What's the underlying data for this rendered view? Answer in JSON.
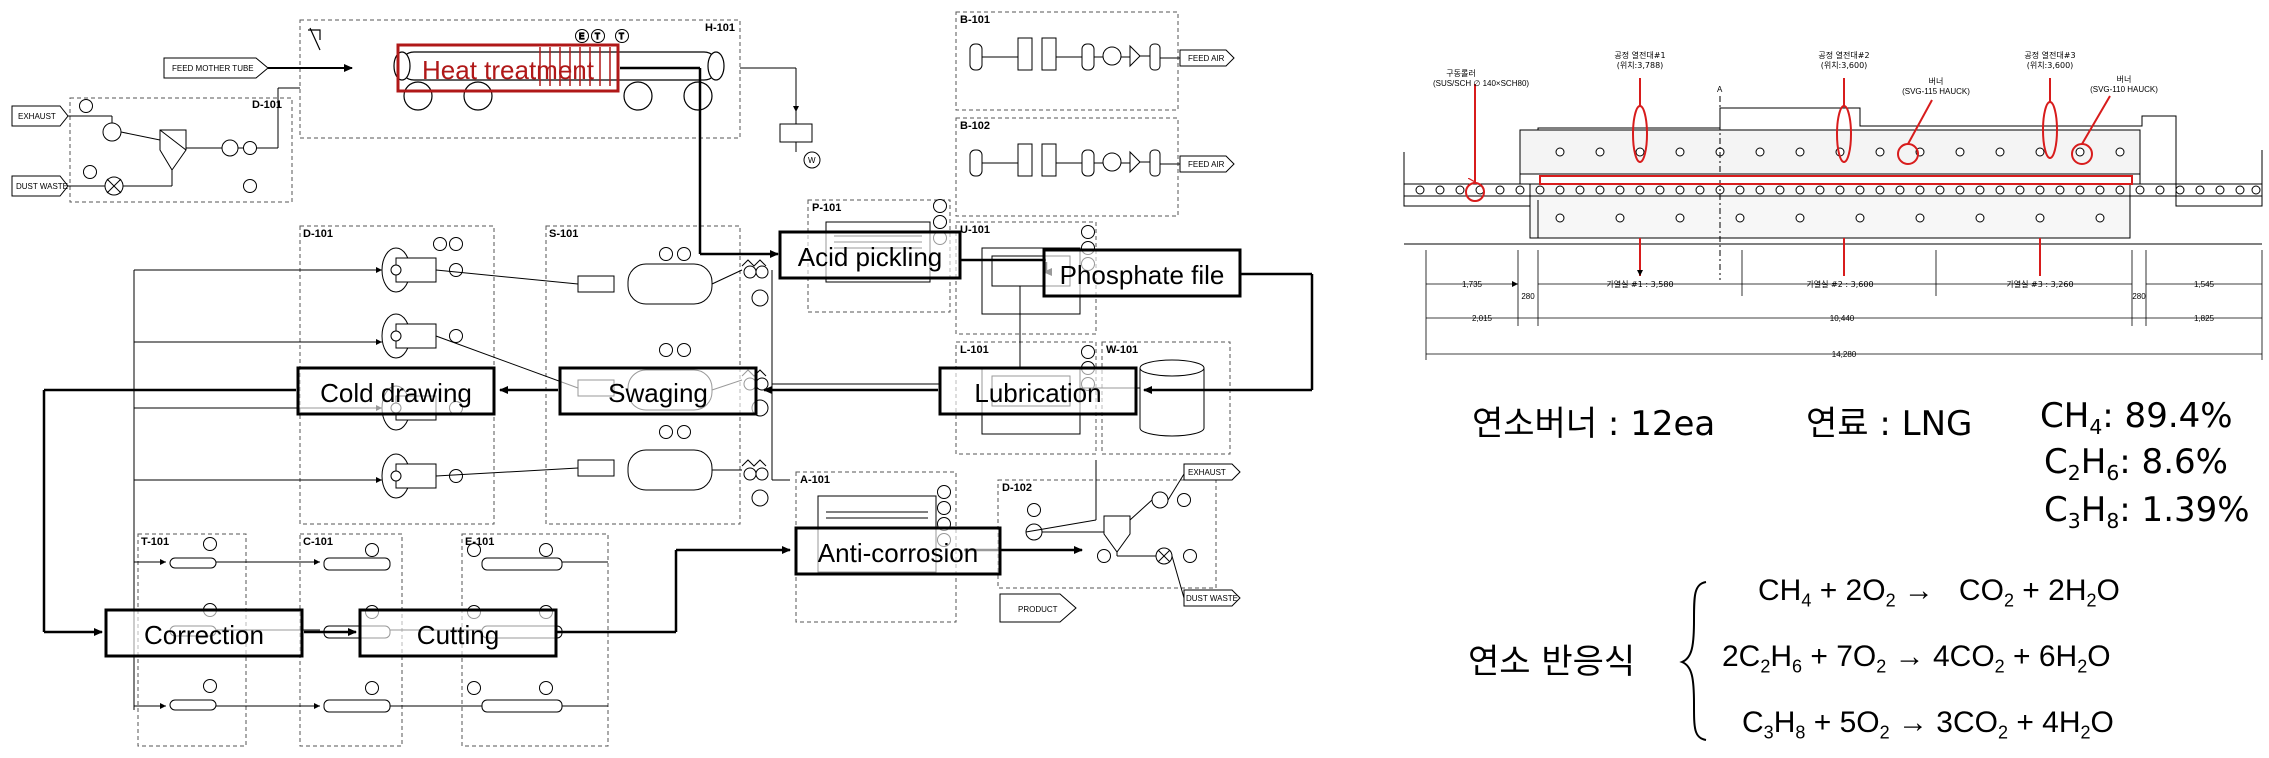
{
  "processes": {
    "heat_treatment": "Heat treatment",
    "acid_pickling": "Acid pickling",
    "phosphate": "Phosphate file",
    "lubrication": "Lubrication",
    "swaging": "Swaging",
    "cold_drawing": "Cold drawing",
    "correction": "Correction",
    "cutting": "Cutting",
    "anti_corrosion": "Anti-corrosion"
  },
  "equipment_tags": {
    "h101": "H-101",
    "d101_top": "D-101",
    "d101": "D-101",
    "s101": "S-101",
    "p101": "P-101",
    "u101": "U-101",
    "l101": "L-101",
    "w101": "W-101",
    "b101": "B-101",
    "b102": "B-102",
    "a101": "A-101",
    "d102": "D-102",
    "t101": "T-101",
    "c101": "C-101",
    "e101": "E-101"
  },
  "streams": {
    "feed_mother_tube": "FEED MOTHER TUBE",
    "exhaust_left": "EXHAUST",
    "dust_waste_left": "DUST WASTE",
    "feed_air_1": "FEED AIR",
    "feed_air_2": "FEED AIR",
    "exhaust_right": "EXHAUST",
    "dust_waste_right": "DUST WASTE",
    "product": "PRODUCT"
  },
  "furnace": {
    "roller": "구동롤러",
    "roller_spec": "(SUS/SCH ∅ 140×SCH80)",
    "tc1": "공정 열전대#1",
    "tc1_pos": "(위치:3,788)",
    "tc2": "공정 열전대#2",
    "tc2_pos": "(위치:3,600)",
    "tc3": "공정 열전대#3",
    "tc3_pos": "(위치:3,600)",
    "burner1": "버너",
    "burner1_spec": "(SVG-115 HAUCK)",
    "burner2": "버너",
    "burner2_spec": "(SVG-110 HAUCK)",
    "section_mark": "A",
    "dims": {
      "d1735": "1,735",
      "d280a": "280",
      "d2015": "2,015",
      "z1": "가열실 #1 : 3,580",
      "z2": "가열실 #2 : 3,600",
      "z3": "가열실 #3 : 3,260",
      "d10440": "10,440",
      "d280b": "280",
      "d1545": "1,545",
      "d1825": "1,825",
      "d14280": "14,280"
    }
  },
  "fuel": {
    "burners": "연소버너 : 12ea",
    "fuel": "연료 : LNG",
    "ch4_label": "CH",
    "ch4_value": ": 89.4%",
    "c2h6_value": ": 8.6%",
    "c3h8_value": ": 1.39%"
  },
  "reactions": {
    "label": "연소 반응식",
    "r1_left": "CH",
    "r2_coef": "2C",
    "r3_left": "C"
  },
  "colors": {
    "highlight": "#b01818",
    "line": "#000000",
    "dash": "#555555",
    "furnace_red": "#d81c1c"
  }
}
